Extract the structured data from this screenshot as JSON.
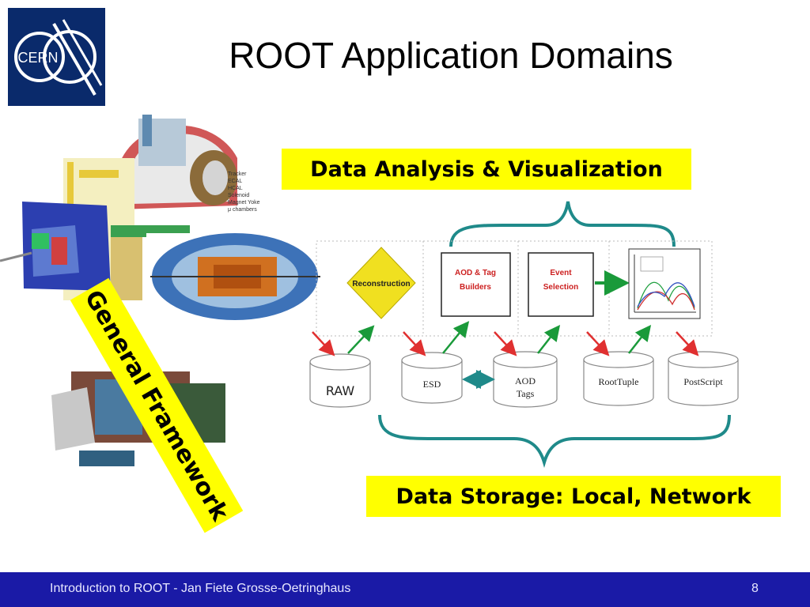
{
  "slide": {
    "title": "ROOT Application Domains",
    "logo_text": "CERN"
  },
  "labels": {
    "analysis": "Data Analysis & Visualization",
    "storage": "Data Storage: Local, Network",
    "framework": "General Framework"
  },
  "diagram": {
    "reconstruction": "Reconstruction",
    "aod_builders_line1": "AOD & Tag",
    "aod_builders_line2": "Builders",
    "event_selection_line1": "Event",
    "event_selection_line2": "Selection",
    "stores": {
      "raw": "RAW",
      "esd": "ESD",
      "aod_line1": "AOD",
      "aod_line2": "Tags",
      "roottuple": "RootTuple",
      "postscript": "PostScript"
    }
  },
  "detector_labels": {
    "tracker": "Tracker",
    "ecal": "ECAL",
    "hcal": "HCAL",
    "solenoid": "Solenoid",
    "magnet_yoke": "Magnet Yoke",
    "mu_chambers": "μ chambers"
  },
  "footer": {
    "text": "Introduction to ROOT - Jan Fiete Grosse-Oetringhaus",
    "page": "8"
  },
  "colors": {
    "highlight": "#ffff00",
    "footer_bg": "#1a1aa6",
    "logo_bg": "#0a2a6b",
    "brace": "#1f8a8a",
    "arrow_red": "#e03030",
    "arrow_green": "#1a9a3a",
    "reconstruction_fill": "#f0e020"
  }
}
